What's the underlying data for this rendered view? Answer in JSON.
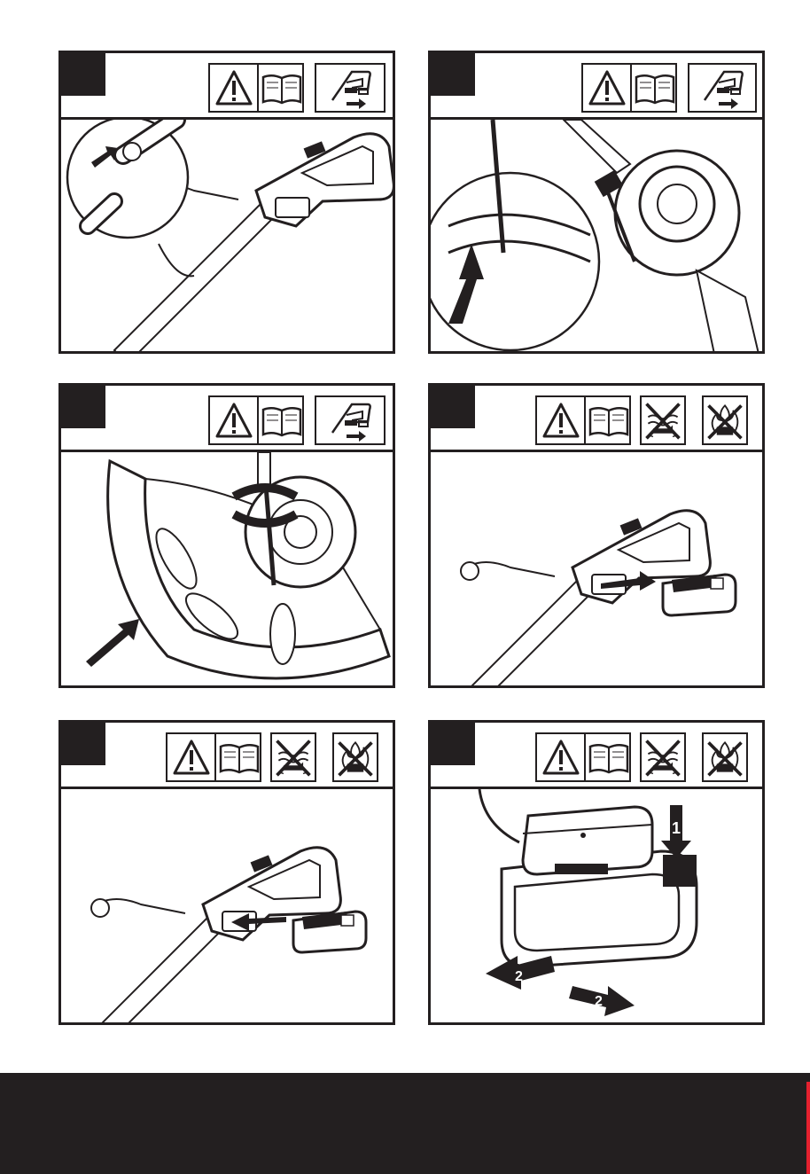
{
  "document": {
    "panels": [
      {
        "id": 1,
        "icons": [
          "warning-read-manual-icon",
          "remove-battery-icon"
        ],
        "illustration": "shaft-connector-assembly"
      },
      {
        "id": 2,
        "icons": [
          "warning-read-manual-icon",
          "remove-battery-icon"
        ],
        "illustration": "screwdriver-guard-screw"
      },
      {
        "id": 3,
        "icons": [
          "warning-read-manual-icon",
          "remove-battery-icon"
        ],
        "illustration": "guard-attach-screw"
      },
      {
        "id": 4,
        "icons": [
          "warning-read-manual-icon",
          "no-water-icon",
          "no-fire-icon"
        ],
        "illustration": "battery-removal"
      },
      {
        "id": 5,
        "icons": [
          "warning-read-manual-icon",
          "no-water-icon",
          "no-fire-icon"
        ],
        "illustration": "battery-insertion"
      },
      {
        "id": 6,
        "icons": [
          "warning-read-manual-icon",
          "no-water-icon",
          "no-fire-icon"
        ],
        "illustration": "battery-charger"
      }
    ],
    "charger_labels": {
      "step_one": "1",
      "step_two_left": "2",
      "step_two_right": "2"
    },
    "colors": {
      "ink": "#231f20",
      "paper": "#ffffff",
      "accent": "#e4202e"
    }
  }
}
